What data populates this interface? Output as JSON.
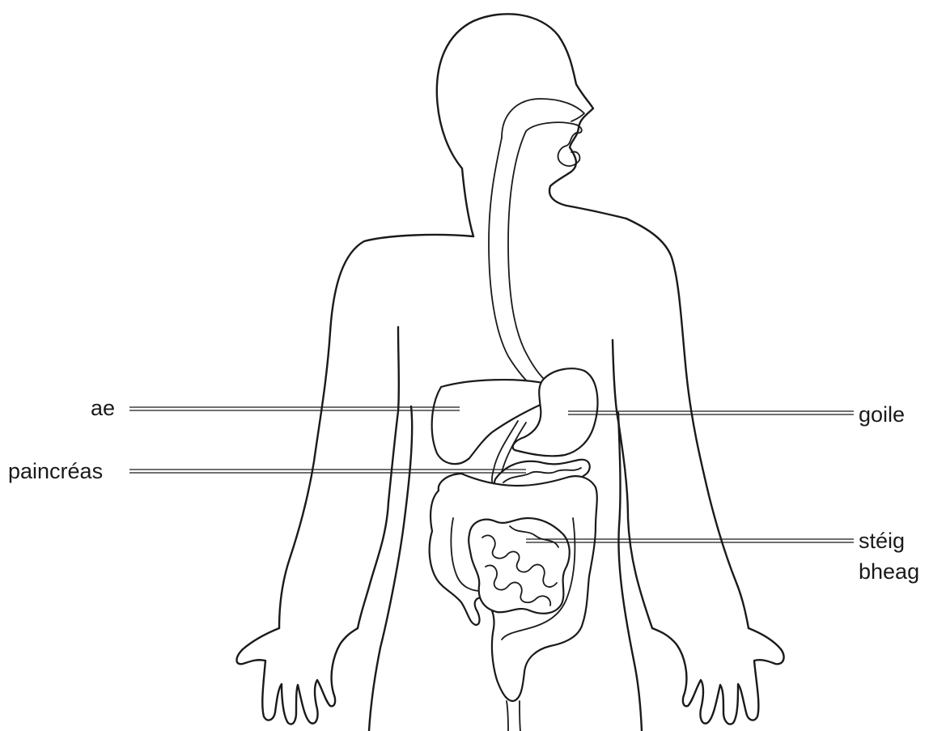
{
  "labels": {
    "liver": "ae",
    "pancreas": "paincréas",
    "stomach": "goile",
    "small_intestine_line1": "stéig",
    "small_intestine_line2": "bheag"
  }
}
